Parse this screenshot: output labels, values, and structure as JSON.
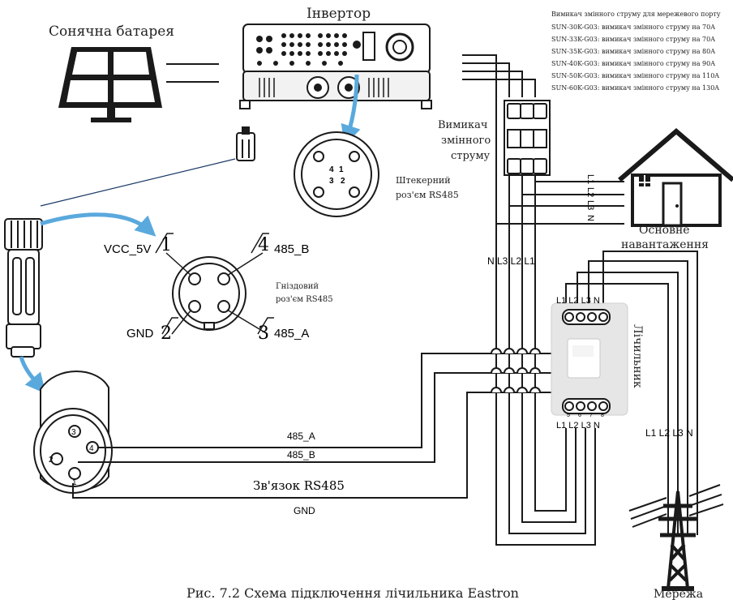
{
  "labels": {
    "solar": "Сонячна батарея",
    "inverter": "Інвертор",
    "ac_breaker": "Вимикач\nзмінного\nструму",
    "plug_rs485": "Штекерний\nроз'єм RS485",
    "socket_rs485": "Гніздовий\nроз'єм RS485",
    "vcc": "VCC_5V",
    "gnd_pin": "GND",
    "b485_pin": "485_B",
    "a485_pin": "485_A",
    "pin1": "1",
    "pin2": "2",
    "pin3": "3",
    "pin4": "4",
    "main_load": "Основне\nнавантаження",
    "meter": "Лічильник",
    "grid": "Мережа",
    "wire_a": "485_A",
    "wire_b": "485_B",
    "wire_gnd": "GND",
    "rs485_link": "Зв'язок RS485",
    "caption": "Рис. 7.2 Схема підключення лічильника Eastron",
    "phases_vertical": "N L3 L2 L1",
    "meter_top": "L1 L2 L3 N",
    "meter_bottom": "L1 L2 L3 N",
    "grid_phases": "L1 L2 L3 N",
    "house_phases": [
      "L1",
      "L2",
      "L3",
      "N"
    ],
    "meter_terminals": [
      "5",
      "6",
      "7",
      "8"
    ],
    "plug_pins": [
      "4",
      "1",
      "3",
      "2"
    ],
    "connector_pins": [
      "3",
      "4",
      "2",
      "1"
    ]
  },
  "breaker_notes": [
    "Вимикач змінного струму для мережевого порту",
    "SUN-30K-G03: вимикач змінного струму на 70A",
    "SUN-33K-G03: вимикач змінного струму на 70A",
    "SUN-35K-G03: вимикач змінного струму на 80A",
    "SUN-40K-G03: вимикач змінного струму на 90A",
    "SUN-50K-G03: вимикач змінного струму на 110A",
    "SUN-60K-G03: вимикач змінного струму на 130A"
  ],
  "colors": {
    "line": "#1a1a1a",
    "arrow": "#5aa9dd",
    "meter_body": "#e6e6e6"
  }
}
